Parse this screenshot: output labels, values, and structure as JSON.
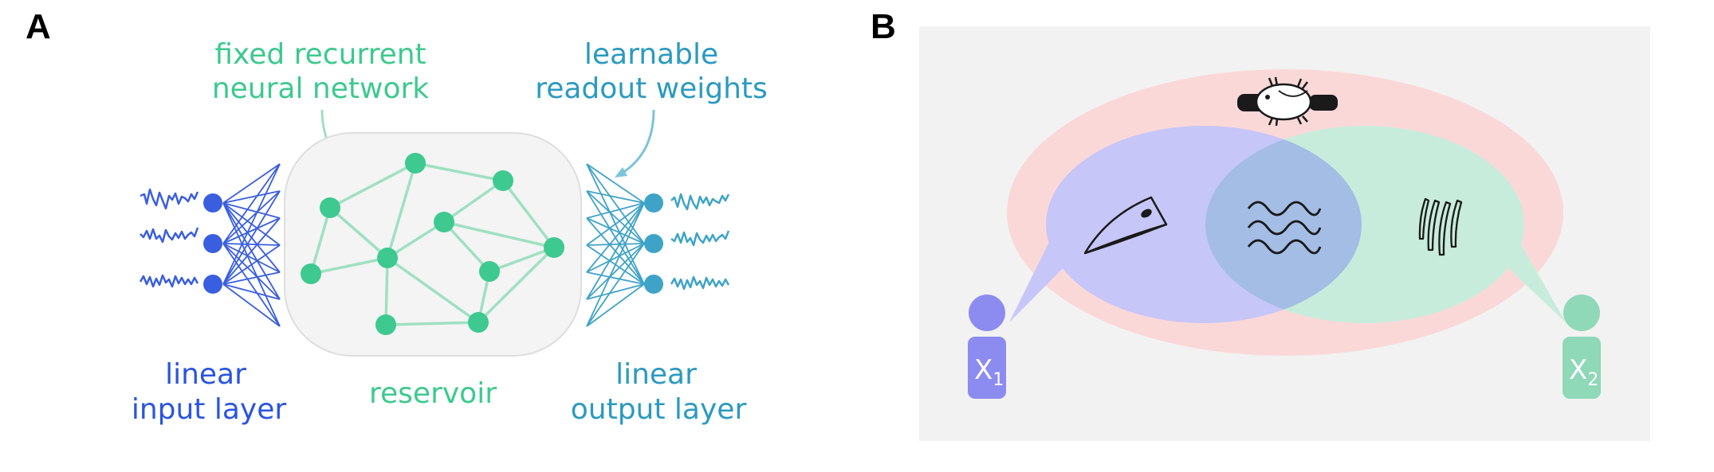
{
  "panels": {
    "a": {
      "letter": "A",
      "labels": {
        "reservoir_top_line1": "fixed recurrent",
        "reservoir_top_line2": "neural network",
        "readout_top_line1": "learnable",
        "readout_top_line2": "readout weights",
        "input_line1": "linear",
        "input_line2": "input layer",
        "reservoir": "reservoir",
        "output_line1": "linear",
        "output_line2": "output layer"
      },
      "colors": {
        "input": "#3a5ee0",
        "reservoir": "#3dc98f",
        "reservoir_edge": "#9fe0c3",
        "output": "#3fa3c8",
        "output_text": "#2b9ac0",
        "reservoir_bg": "#f4f4f4"
      }
    },
    "b": {
      "letter": "B",
      "agents": [
        {
          "name": "X",
          "subscript": "1",
          "color": "#8c8cf0"
        },
        {
          "name": "X",
          "subscript": "2",
          "color": "#8fd8b8"
        }
      ],
      "icons": [
        "platypus-icon",
        "bill-icon",
        "waves-icon",
        "claws-icon"
      ],
      "colors": {
        "background": "#f2f2f2",
        "outer_ellipse": "#fbd8d8",
        "left_ellipse": "#c6c6f8",
        "right_ellipse": "#c8ecdb",
        "overlap": "#a3bde5"
      }
    }
  }
}
